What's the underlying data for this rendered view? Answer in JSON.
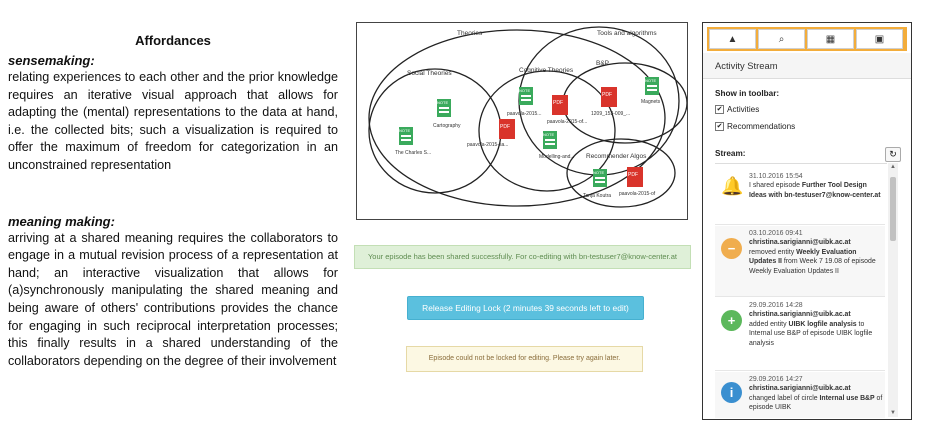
{
  "affordances": {
    "title": "Affordances",
    "sensemaking_heading": "sensemaking:",
    "sensemaking_text": "relating experiences to each other and the prior knowledge requires an iterative visual approach that allows for adapting the (mental) representations to the data at hand, i.e. the collected bits; such a visualization is required to offer the maximum of freedom for categorization in an unconstrained representation",
    "meaning_heading": "meaning making:",
    "meaning_text": "arriving at a shared meaning requires the collaborators to engage in a mutual revision process of a representation at hand; an interactive visualization that allows for (a)synchronously manipulating the shared meaning and being aware of others' contributions provides the chance for engaging in such reciprocal interpretation processes; this finally results in a shared understanding of the collaborators depending on the degree of their involvement"
  },
  "diagram": {
    "labels": {
      "theories": "Theories",
      "tools": "Tools and algorithms",
      "social": "Social Theories",
      "cognitive": "Cognitive Theories",
      "bp": "B&P",
      "recommender": "Recommender Algos"
    },
    "docs": [
      {
        "kind": "NOTE",
        "label": "The Charles S..."
      },
      {
        "kind": "NOTE",
        "label": "Cartography"
      },
      {
        "kind": "NOTE",
        "label": "paavola-2015..."
      },
      {
        "kind": "PDF",
        "label": "paavola-2015-of..."
      },
      {
        "kind": "PDF",
        "label": "paavola-2015-sa..."
      },
      {
        "kind": "NOTE",
        "label": "Modelling-and..."
      },
      {
        "kind": "PDF",
        "label": "1209_153-009_..."
      },
      {
        "kind": "NOTE",
        "label": "Magnets"
      },
      {
        "kind": "NOTE",
        "label": "Tanja Koutra"
      },
      {
        "kind": "PDF",
        "label": "paavola-2015-of"
      }
    ]
  },
  "messages": {
    "success": "Your episode has been shared successfully. For co-editing with bn-testuser7@know-center.at",
    "release_button": "Release Editing Lock (2 minutes 39 seconds left to edit)",
    "warning": "Episode could not be locked for editing. Please try again later."
  },
  "panel": {
    "tabs": [
      {
        "icon": "bell-icon",
        "glyph": "▲"
      },
      {
        "icon": "search-icon",
        "glyph": "⌕"
      },
      {
        "icon": "grid-icon",
        "glyph": "▦"
      },
      {
        "icon": "briefcase-icon",
        "glyph": "▣"
      }
    ],
    "title": "Activity Stream",
    "toolbar_label": "Show in toolbar:",
    "options": [
      {
        "label": "Activities",
        "checked": true
      },
      {
        "label": "Recommendations",
        "checked": true
      }
    ],
    "stream_label": "Stream:",
    "items": [
      {
        "icon": "bell-icon",
        "color": "#ffffff",
        "date": "31.10.2016 15:54",
        "text_plain": "I shared episode ",
        "text_bold": "Further Tool Design Ideas with bn-testuser7@know-center.at"
      },
      {
        "icon": "minus-icon",
        "color": "#f0ad4e",
        "date": "03.10.2016 09:41",
        "user": "christina.sarigianni@uibk.ac.at",
        "text_plain": "removed entity ",
        "text_bold": "Weekly Evaluation Updates II",
        "text_tail": " from Week 7 19.08 of episode Weekly Evaluation Updates II"
      },
      {
        "icon": "plus-icon",
        "color": "#5cb85c",
        "date": "29.09.2016 14:28",
        "user": "christina.sarigianni@uibk.ac.at",
        "text_plain": "added entity ",
        "text_bold": "UIBK logfile analysis",
        "text_tail": " to Internal use B&P of episode UIBK logfile analysis"
      },
      {
        "icon": "info-icon",
        "color": "#5bc0de",
        "date": "29.09.2016 14:27",
        "user": "christina.sarigianni@uibk.ac.at",
        "text_plain": "changed label of circle ",
        "text_bold": "Internal use B&P",
        "text_tail": " of episode UIBK"
      }
    ]
  }
}
